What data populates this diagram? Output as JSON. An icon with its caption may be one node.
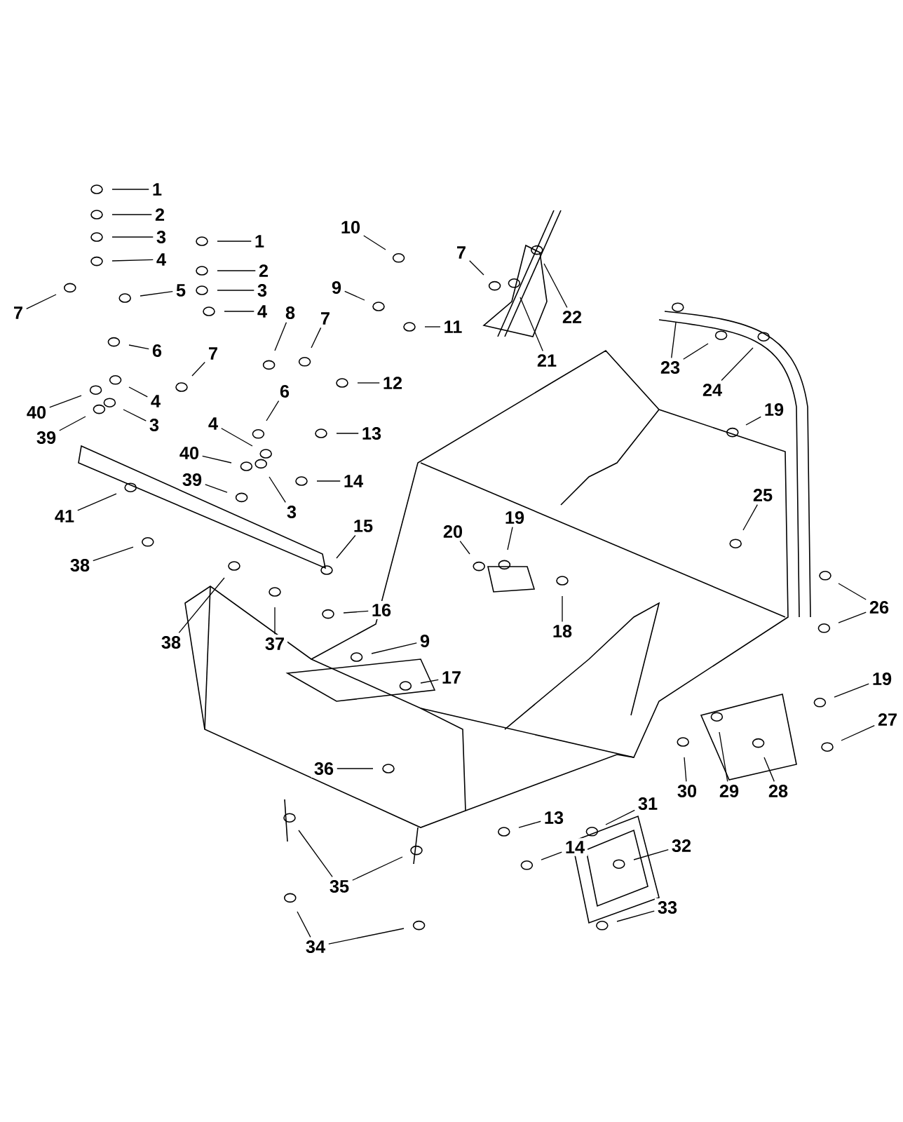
{
  "diagram": {
    "nodes": [
      {
        "text": [
          "1"
        ]
      },
      {
        "text": [
          "2"
        ]
      },
      {
        "text": [
          "3"
        ]
      },
      {
        "text": [
          "4"
        ]
      },
      {
        "text": [
          "5"
        ]
      },
      {
        "text": [
          "7"
        ]
      },
      {
        "text": [
          "6"
        ]
      },
      {
        "text": [
          "1"
        ]
      },
      {
        "text": [
          "2"
        ]
      },
      {
        "text": [
          "3"
        ]
      },
      {
        "text": [
          "4"
        ]
      },
      {
        "text": [
          "7"
        ]
      },
      {
        "text": [
          "8"
        ]
      },
      {
        "text": [
          "7"
        ]
      },
      {
        "text": [
          "10"
        ]
      },
      {
        "text": [
          "9"
        ]
      },
      {
        "text": [
          "7"
        ]
      },
      {
        "text": [
          "11"
        ]
      },
      {
        "text": [
          "22"
        ]
      },
      {
        "text": [
          "21"
        ]
      },
      {
        "text": [
          "23"
        ]
      },
      {
        "text": [
          "24"
        ]
      },
      {
        "text": [
          "6"
        ]
      },
      {
        "text": [
          "4"
        ]
      },
      {
        "text": [
          "12"
        ]
      },
      {
        "text": [
          "40"
        ]
      },
      {
        "text": [
          "39"
        ]
      },
      {
        "text": [
          "3"
        ]
      },
      {
        "text": [
          "4"
        ]
      },
      {
        "text": [
          "19"
        ]
      },
      {
        "text": [
          "13"
        ]
      },
      {
        "text": [
          "40"
        ]
      },
      {
        "text": [
          "39"
        ]
      },
      {
        "text": [
          "14"
        ]
      },
      {
        "text": [
          "25"
        ]
      },
      {
        "text": [
          "3"
        ]
      },
      {
        "text": [
          "41"
        ]
      },
      {
        "text": [
          "15"
        ]
      },
      {
        "text": [
          "20"
        ]
      },
      {
        "text": [
          "19"
        ]
      },
      {
        "text": [
          "38"
        ]
      },
      {
        "text": [
          "26"
        ]
      },
      {
        "text": [
          "16"
        ]
      },
      {
        "text": [
          "18"
        ]
      },
      {
        "text": [
          "38"
        ]
      },
      {
        "text": [
          "37"
        ]
      },
      {
        "text": [
          "9"
        ]
      },
      {
        "text": [
          "17"
        ]
      },
      {
        "text": [
          "19"
        ]
      },
      {
        "text": [
          "27"
        ]
      },
      {
        "text": [
          "36"
        ]
      },
      {
        "text": [
          "13"
        ]
      },
      {
        "text": [
          "30"
        ]
      },
      {
        "text": [
          "29"
        ]
      },
      {
        "text": [
          "28"
        ]
      },
      {
        "text": [
          "14"
        ]
      },
      {
        "text": [
          "31"
        ]
      },
      {
        "text": [
          "32"
        ]
      },
      {
        "text": [
          "35"
        ]
      },
      {
        "text": [
          "33"
        ]
      },
      {
        "text": [
          "34"
        ]
      }
    ],
    "edges": [
      {
        "from": 0,
        "to": null,
        "arrow": "none"
      },
      {
        "from": 1,
        "to": null,
        "arrow": "none"
      },
      {
        "from": 2,
        "to": null,
        "arrow": "none"
      },
      {
        "from": 3,
        "to": null,
        "arrow": "none"
      },
      {
        "from": 4,
        "to": null,
        "arrow": "none"
      },
      {
        "from": 5,
        "to": null,
        "arrow": "none"
      },
      {
        "from": 6,
        "to": null,
        "arrow": "none"
      },
      {
        "from": 7,
        "to": null,
        "arrow": "none"
      },
      {
        "from": 8,
        "to": null,
        "arrow": "none"
      },
      {
        "from": 9,
        "to": null,
        "arrow": "none"
      },
      {
        "from": 10,
        "to": null,
        "arrow": "none"
      },
      {
        "from": 11,
        "to": null,
        "arrow": "none"
      },
      {
        "from": 12,
        "to": null,
        "arrow": "none"
      },
      {
        "from": 13,
        "to": null,
        "arrow": "none"
      },
      {
        "from": 14,
        "to": null,
        "arrow": "none"
      },
      {
        "from": 15,
        "to": null,
        "arrow": "none"
      },
      {
        "from": 16,
        "to": null,
        "arrow": "none"
      },
      {
        "from": 17,
        "to": null,
        "arrow": "none"
      },
      {
        "from": 18,
        "to": null,
        "arrow": "none"
      },
      {
        "from": 19,
        "to": null,
        "arrow": "none"
      },
      {
        "from": 20,
        "to": null,
        "arrow": "none"
      },
      {
        "from": 20,
        "to": null,
        "arrow": "none"
      },
      {
        "from": 21,
        "to": null,
        "arrow": "none"
      },
      {
        "from": 22,
        "to": null,
        "arrow": "none"
      },
      {
        "from": 23,
        "to": null,
        "arrow": "none"
      },
      {
        "from": 24,
        "to": null,
        "arrow": "none"
      },
      {
        "from": 25,
        "to": null,
        "arrow": "none"
      },
      {
        "from": 26,
        "to": null,
        "arrow": "none"
      },
      {
        "from": 27,
        "to": null,
        "arrow": "none"
      },
      {
        "from": 28,
        "to": null,
        "arrow": "none"
      },
      {
        "from": 29,
        "to": null,
        "arrow": "none"
      },
      {
        "from": 30,
        "to": null,
        "arrow": "none"
      },
      {
        "from": 31,
        "to": null,
        "arrow": "none"
      },
      {
        "from": 32,
        "to": null,
        "arrow": "none"
      },
      {
        "from": 33,
        "to": null,
        "arrow": "none"
      },
      {
        "from": 34,
        "to": null,
        "arrow": "none"
      },
      {
        "from": 35,
        "to": null,
        "arrow": "none"
      },
      {
        "from": 36,
        "to": null,
        "arrow": "none"
      },
      {
        "from": 37,
        "to": null,
        "arrow": "none"
      },
      {
        "from": 38,
        "to": null,
        "arrow": "none"
      },
      {
        "from": 39,
        "to": null,
        "arrow": "none"
      },
      {
        "from": 40,
        "to": null,
        "arrow": "none"
      },
      {
        "from": 41,
        "to": null,
        "arrow": "none"
      },
      {
        "from": 41,
        "to": null,
        "arrow": "none"
      },
      {
        "from": 42,
        "to": null,
        "arrow": "none"
      },
      {
        "from": 43,
        "to": null,
        "arrow": "none"
      },
      {
        "from": 44,
        "to": null,
        "arrow": "none"
      },
      {
        "from": 45,
        "to": null,
        "arrow": "none"
      },
      {
        "from": 46,
        "to": null,
        "arrow": "none"
      },
      {
        "from": 47,
        "to": null,
        "arrow": "none"
      },
      {
        "from": 48,
        "to": null,
        "arrow": "none"
      },
      {
        "from": 49,
        "to": null,
        "arrow": "none"
      },
      {
        "from": 50,
        "to": null,
        "arrow": "none"
      },
      {
        "from": 51,
        "to": null,
        "arrow": "none"
      },
      {
        "from": 52,
        "to": null,
        "arrow": "none"
      },
      {
        "from": 53,
        "to": null,
        "arrow": "none"
      },
      {
        "from": 54,
        "to": null,
        "arrow": "none"
      },
      {
        "from": 55,
        "to": null,
        "arrow": "none"
      },
      {
        "from": 56,
        "to": null,
        "arrow": "none"
      },
      {
        "from": 57,
        "to": null,
        "arrow": "none"
      },
      {
        "from": 58,
        "to": null,
        "arrow": "none"
      },
      {
        "from": 58,
        "to": null,
        "arrow": "none"
      },
      {
        "from": 59,
        "to": null,
        "arrow": "none"
      },
      {
        "from": 60,
        "to": null,
        "arrow": "none"
      },
      {
        "from": 60,
        "to": null,
        "arrow": "none"
      }
    ]
  }
}
